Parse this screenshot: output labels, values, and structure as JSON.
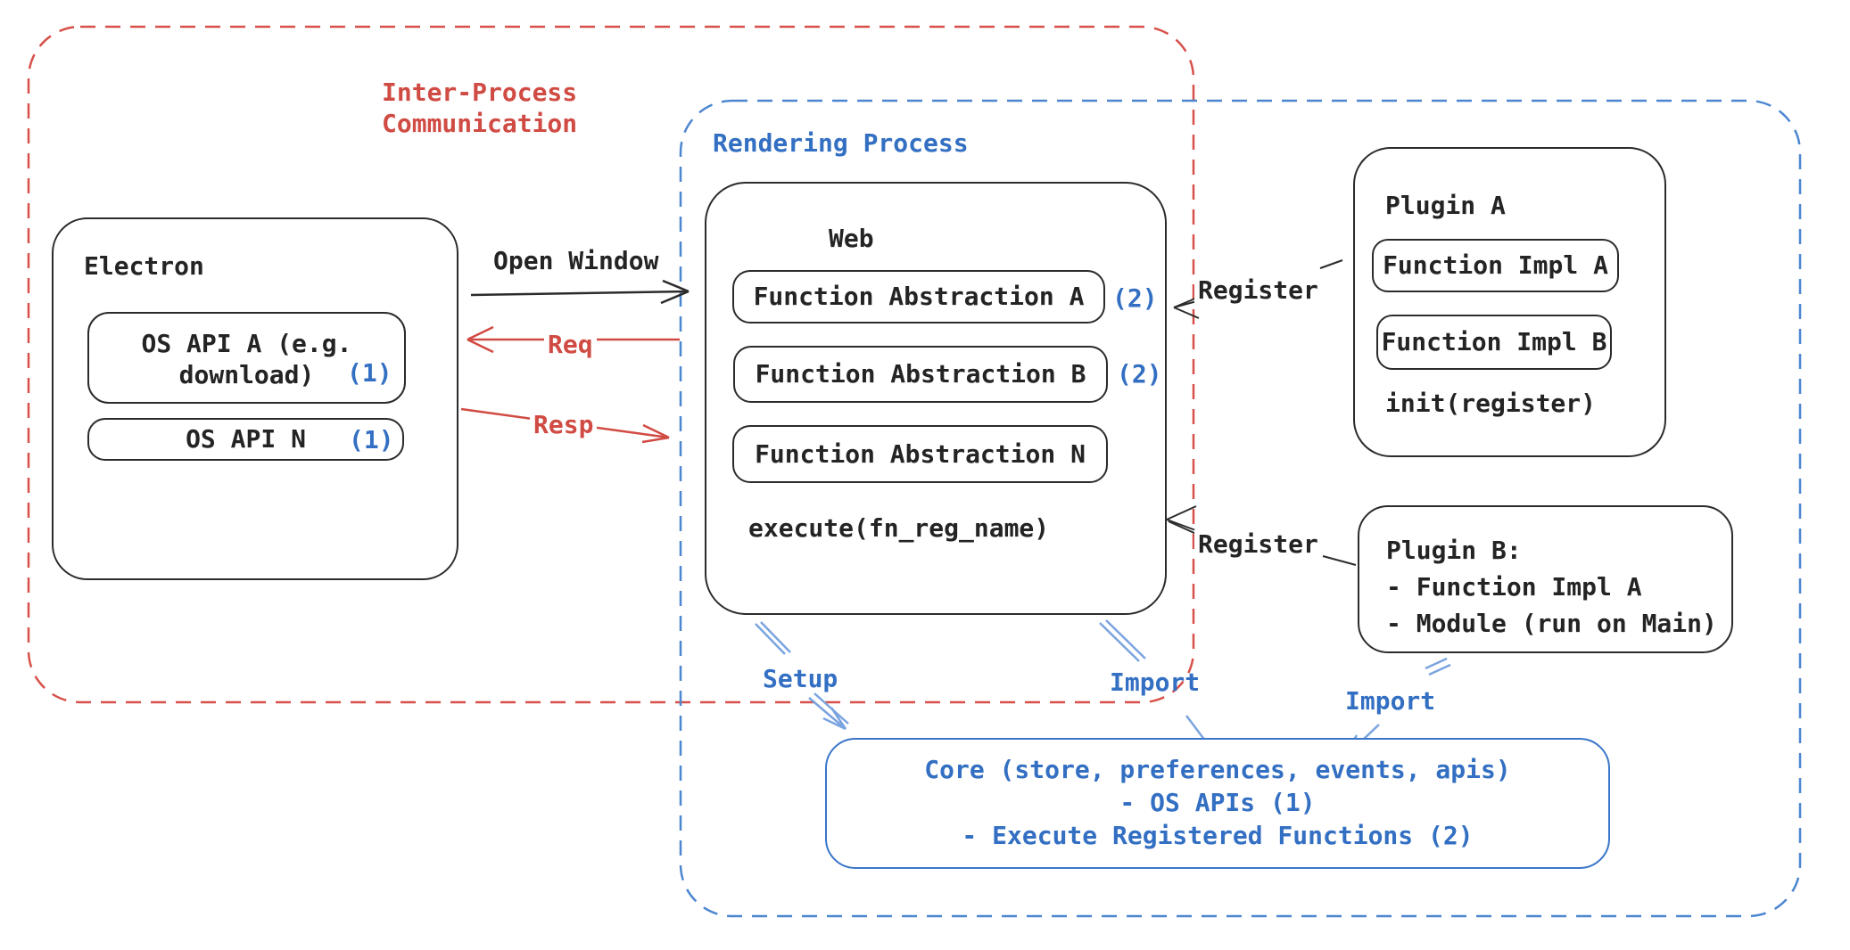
{
  "diagram": {
    "ipc_group": {
      "label_line1": "Inter-Process",
      "label_line2": "Communication"
    },
    "rendering_group": {
      "label": "Rendering Process"
    },
    "electron": {
      "title": "Electron",
      "api_a": {
        "line1": "OS API A (e.g.",
        "line2": "download)",
        "badge": "(1)"
      },
      "api_n": {
        "label": "OS API N",
        "badge": "(1)"
      }
    },
    "web": {
      "title": "Web",
      "items": [
        {
          "label": "Function Abstraction A",
          "badge": "(2)"
        },
        {
          "label": "Function Abstraction B",
          "badge": "(2)"
        },
        {
          "label": "Function Abstraction N",
          "badge": ""
        }
      ],
      "footer": "execute(fn_reg_name)"
    },
    "plugin_a": {
      "title": "Plugin A",
      "items": [
        {
          "label": "Function Impl A"
        },
        {
          "label": "Function Impl B"
        }
      ],
      "footer": "init(register)"
    },
    "plugin_b": {
      "title": "Plugin B:",
      "line1": "- Function Impl A",
      "line2": "- Module (run on Main)"
    },
    "core": {
      "line1": "Core (store, preferences, events, apis)",
      "line2": "- OS APIs (1)",
      "line3": "- Execute Registered Functions (2)"
    },
    "arrows": {
      "open_window": "Open Window",
      "req": "Req",
      "resp": "Resp",
      "register_top": "Register",
      "register_bottom": "Register",
      "setup": "Setup",
      "import_web": "Import",
      "import_plugin": "Import"
    },
    "colors": {
      "red": "#d04b43",
      "blue": "#336fc2",
      "blue_light": "#6d9bdc",
      "black": "#2b2b2b"
    }
  }
}
